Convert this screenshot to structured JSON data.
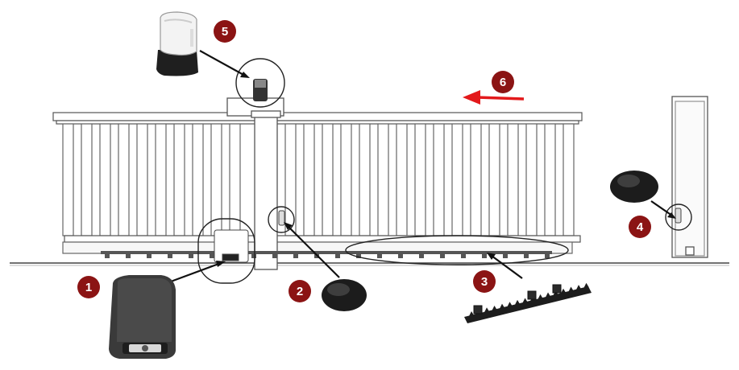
{
  "colors": {
    "badge": "#8b1414",
    "badge_text": "#ffffff",
    "arrow_red": "#e3191b",
    "line": "#333333",
    "device_dark": "#2b2b2b",
    "beacon_lens": "#f2f2f2"
  },
  "callouts": [
    {
      "number": "1",
      "icon": "gate-motor-icon"
    },
    {
      "number": "2",
      "icon": "photocell-icon"
    },
    {
      "number": "3",
      "icon": "gear-rack-icon"
    },
    {
      "number": "4",
      "icon": "photocell-icon"
    },
    {
      "number": "5",
      "icon": "warning-light-icon"
    },
    {
      "number": "6",
      "icon": "opening-direction-arrow"
    }
  ],
  "opening_direction": "left"
}
